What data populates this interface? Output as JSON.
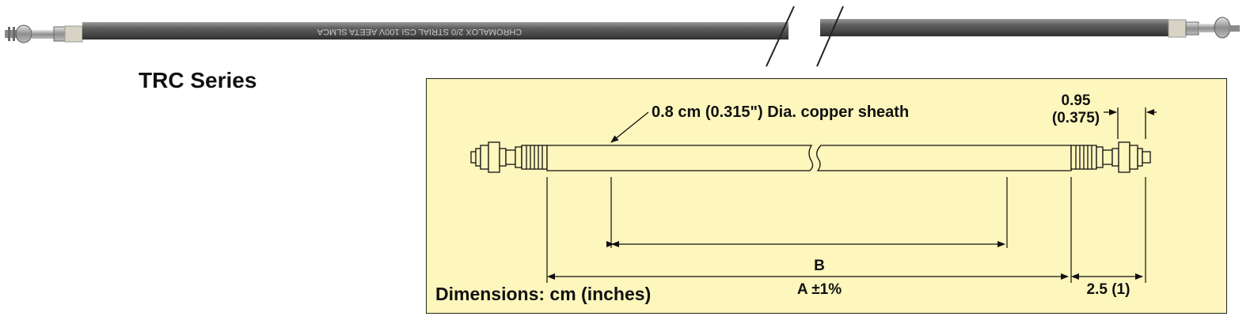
{
  "series_title": "TRC Series",
  "photo": {
    "etched_text": "CHROMALOX 2/0 STRIAL CSI 100V AEETA SLMCA"
  },
  "diagram": {
    "sheath_label": "0.8 cm (0.315\") Dia. copper sheath",
    "terminal_width_value": "0.95",
    "terminal_width_inches": "(0.375)",
    "dim_b_label": "B",
    "dim_a_label": "A ±1%",
    "dim_end_label": "2.5 (1)",
    "units_note": "Dimensions: cm (inches)"
  },
  "colors": {
    "diagram_background": "#fdf6bd",
    "line": "#111111",
    "sheath": "#6f6f6f"
  }
}
